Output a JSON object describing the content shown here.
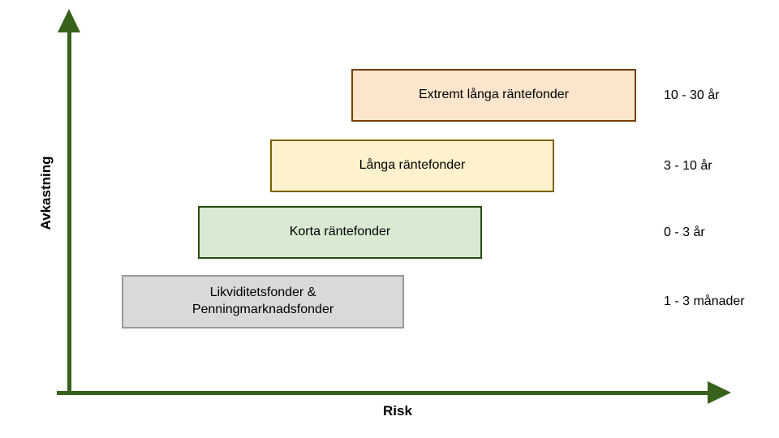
{
  "diagram": {
    "axis_color": "#38611c",
    "y_axis": {
      "label": "Avkastning"
    },
    "x_axis": {
      "label": "Risk"
    }
  },
  "boxes": [
    {
      "label": "Extremt långa räntefonder",
      "duration": "10 - 30 år",
      "fill_color": "#FCE5CD",
      "border_color": "#783F04"
    },
    {
      "label": "Långa räntefonder",
      "duration": "3 - 10 år",
      "fill_color": "#FFF2CC",
      "border_color": "#7F6000"
    },
    {
      "label": "Korta räntefonder",
      "duration": "0 - 3 år",
      "fill_color": "#D9EAD3",
      "border_color": "#274E13"
    },
    {
      "label_line1": "Likviditetsfonder &",
      "label_line2": "Penningmarknadsfonder",
      "duration": "1 - 3 månader",
      "fill_color": "#D9D9D9",
      "border_color": "#999999"
    }
  ]
}
